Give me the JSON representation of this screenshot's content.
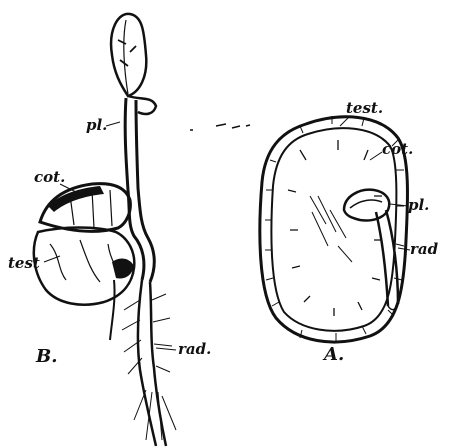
{
  "figure": {
    "seedling_b": {
      "label_pl": "pl.",
      "label_cot": "cot.",
      "label_test": "test",
      "label_rad": "rad.",
      "caption": "B."
    },
    "seed_a": {
      "label_test": "test.",
      "label_cot": "cot.",
      "label_pl": "pl.",
      "label_rad": "rad",
      "caption": "A."
    }
  }
}
